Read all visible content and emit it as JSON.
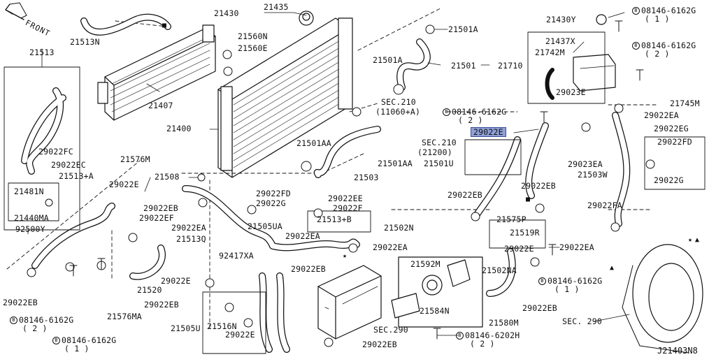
{
  "diagram_ref": "J21403N8",
  "orientation": "FRONT",
  "bolt_symbol": "B",
  "symbols": {
    "square": "■",
    "star": "★",
    "triangle": "▲"
  },
  "highlight_color": "#8f9fd6",
  "labels": {
    "p21430": "21430",
    "p21435": "21435",
    "p21513N": "21513N",
    "p21513": "21513",
    "p21560N": "21560N",
    "p21560E": "21560E",
    "p21501A_top": "21501A",
    "p21501A_mid": "21501A",
    "p21501": "21501",
    "p21407": "21407",
    "sec210a": "SEC.210",
    "sec210a_sub": "(11060+A)",
    "p29022FC": "29022FC",
    "p29022EC": "29022EC",
    "p21513A": "21513+A",
    "p21576M": "21576M",
    "p21400": "21400",
    "p21501AA_top": "21501AA",
    "sec210b": "SEC.210",
    "sec210b_sub": "(21200)",
    "p29022E_hl": "29022E",
    "p21501AA_bot": "21501AA",
    "p21501U": "21501U",
    "p21481N": "21481N",
    "p21440MA": "21440MA",
    "p92500Y": "92500Y",
    "p29022E_a": "29022E",
    "p21508": "21508",
    "p21503": "21503",
    "p29022FD_a": "29022FD",
    "p29022G_a": "29022G",
    "p29022EE": "29022EE",
    "p29022F": "29022F",
    "p29022EB_a": "29022EB",
    "p29022EF": "29022EF",
    "p29022EA_a": "29022EA",
    "p21505UA": "21505UA",
    "p21513B": "21513+B",
    "p21502N": "21502N",
    "p21513Q": "21513Q",
    "p29022EA_b": "29022EA",
    "p29022EA_c": "29022EA",
    "p92417XA": "92417XA",
    "p29022E_b": "29022E",
    "p21520": "21520",
    "p29022EB_b": "29022EB",
    "p29022EB_c": "29022EB",
    "p29022EB_d": "29022EB",
    "p21576MA": "21576MA",
    "bolt1": "08146-6162G",
    "bolt1_q": "( 2 )",
    "bolt2": "08146-6162G",
    "bolt2_q": "( 1 )",
    "p21505U": "21505U",
    "p21516N": "21516N",
    "p29022E_c": "29022E",
    "sec290a": "SEC.290",
    "p29022EB_e": "29022EB",
    "p21592M": "21592M",
    "p21584N": "21584N",
    "p21580M": "21580M",
    "p29022EB_f": "29022EB",
    "bolt3": "08146-6202H",
    "bolt3_q": "( 2 )",
    "p21430Y": "21430Y",
    "bolt4": "08146-6162G",
    "bolt4_q": "( 1 )",
    "p21437X": "21437X",
    "bolt5": "08146-6162G",
    "bolt5_q": "( 2 )",
    "p21742M": "21742M",
    "p21710": "21710",
    "p29023E": "29023E",
    "p21745M": "21745M",
    "bolt6": "08146-6162G",
    "bolt6_q": "( 2 )",
    "p29022EA_d": "29022EA",
    "p29022EG": "29022EG",
    "p29022FD_b": "29022FD",
    "p29023EA": "29023EA",
    "p21503W": "21503W",
    "p29022G_b": "29022G",
    "p29022EB_g": "29022EB",
    "p29022EB_h": "29022EB",
    "p29022FA": "29022FA",
    "p21575P": "21575P",
    "p21519R": "21519R",
    "p29022E_d": "29022E",
    "p29022EA_e": "29022EA",
    "p21502NA": "21502NA",
    "bolt7": "08146-6162G",
    "bolt7_q": "( 1 )",
    "sec290b": "SEC. 290"
  }
}
